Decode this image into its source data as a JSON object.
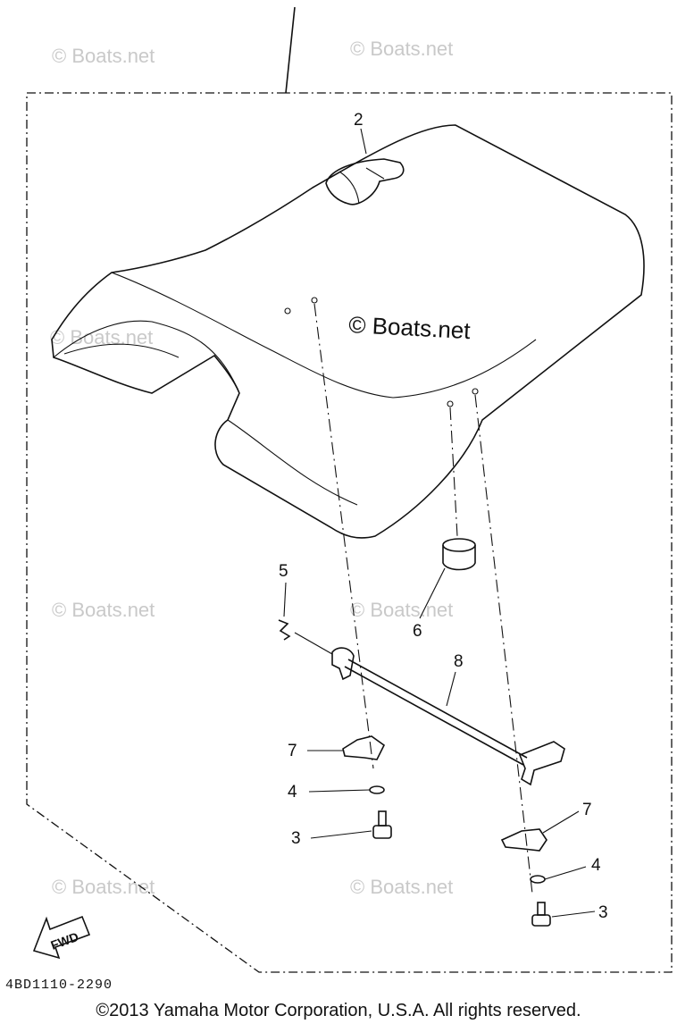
{
  "watermarks": {
    "main": "© Boats.net",
    "tile": "© Boats.net"
  },
  "callouts": {
    "seat": "2",
    "bolt_left": "3",
    "bolt_right": "3",
    "washer_left": "4",
    "washer_right": "4",
    "clip": "5",
    "damper": "6",
    "bracket_left": "7",
    "bracket_right": "7",
    "rod": "8"
  },
  "fwd_label": "FWD",
  "part_number": "4BD1110-2290",
  "copyright": "©2013 Yamaha Motor Corporation, U.S.A. All rights reserved."
}
